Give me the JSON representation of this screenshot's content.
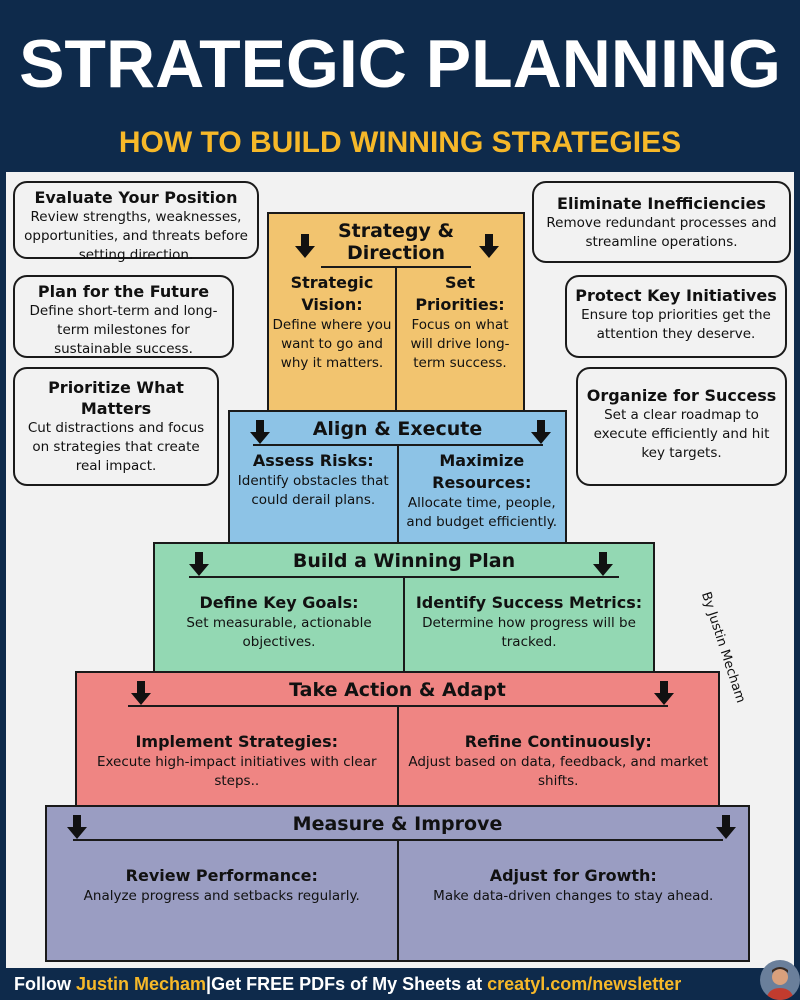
{
  "header": {
    "title": "STRATEGIC PLANNING",
    "subtitle": "HOW TO BUILD WINNING STRATEGIES"
  },
  "notes": [
    {
      "title": "Evaluate Your Position",
      "body": "Review strengths, weaknesses, opportunities, and threats before setting direction."
    },
    {
      "title": "Plan for the Future",
      "body": "Define short-term and long-term milestones for sustainable success."
    },
    {
      "title": "Prioritize What Matters",
      "body": "Cut distractions and focus on strategies that create real impact."
    },
    {
      "title": "Eliminate Inefficiencies",
      "body": "Remove redundant processes and streamline operations."
    },
    {
      "title": "Protect Key Initiatives",
      "body": "Ensure top priorities get the attention they deserve."
    },
    {
      "title": "Organize for Success",
      "body": "Set a clear roadmap to execute efficiently and hit key targets."
    }
  ],
  "tiers": [
    {
      "title": "Strategy & Direction",
      "color": "#f2c46f",
      "cols": [
        {
          "h": "Strategic Vision:",
          "p": "Define where you want to go and why it matters."
        },
        {
          "h": "Set Priorities:",
          "p": "Focus on what will drive long-term success."
        }
      ]
    },
    {
      "title": "Align & Execute",
      "color": "#8dc3e6",
      "cols": [
        {
          "h": "Assess Risks:",
          "p": "Identify obstacles that could derail plans."
        },
        {
          "h": "Maximize Resources:",
          "p": "Allocate time, people, and budget efficiently."
        }
      ]
    },
    {
      "title": "Build a Winning Plan",
      "color": "#93d8b3",
      "cols": [
        {
          "h": "Define Key Goals:",
          "p": "Set measurable, actionable objectives."
        },
        {
          "h": "Identify Success Metrics:",
          "p": "Determine how progress will be tracked."
        }
      ]
    },
    {
      "title": "Take Action & Adapt",
      "color": "#ef8583",
      "cols": [
        {
          "h": "Implement Strategies:",
          "p": "Execute high-impact initiatives with clear steps.."
        },
        {
          "h": "Refine Continuously:",
          "p": "Adjust based on data, feedback, and market shifts."
        }
      ]
    },
    {
      "title": "Measure & Improve",
      "color": "#9a9dc2",
      "cols": [
        {
          "h": "Review Performance:",
          "p": "Analyze progress and setbacks regularly."
        },
        {
          "h": "Adjust for Growth:",
          "p": "Make data-driven changes to stay ahead."
        }
      ]
    }
  ],
  "byline": "By Justin Mecham",
  "footer": {
    "follow": "Follow ",
    "name": "Justin Mecham",
    "sep": "|",
    "cta": "Get FREE PDFs of My Sheets at ",
    "url": "creatyl.com/newsletter"
  }
}
